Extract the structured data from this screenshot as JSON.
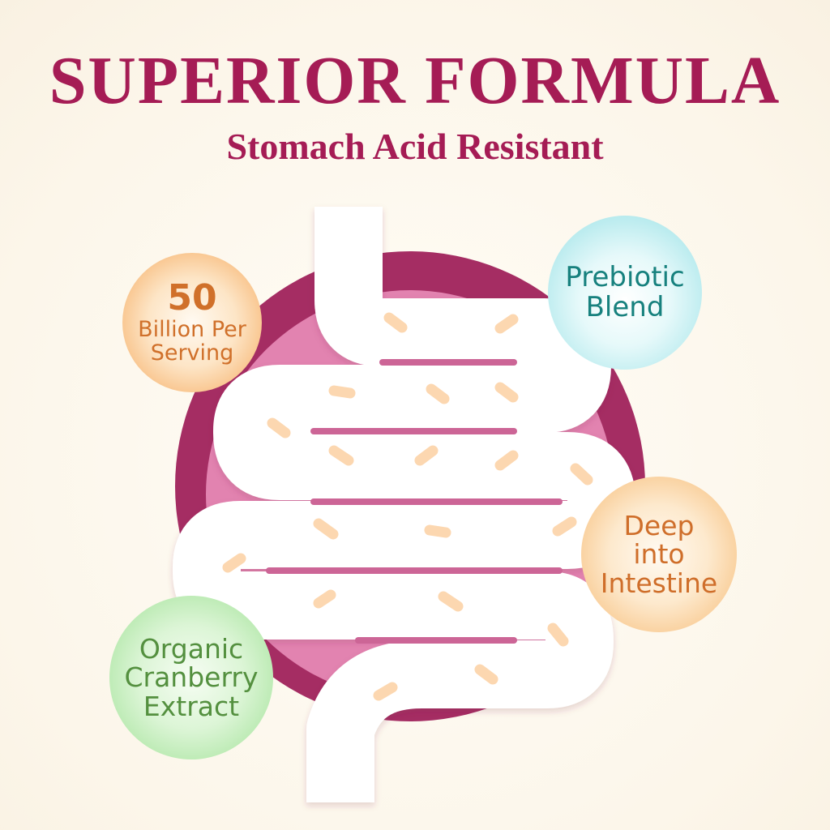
{
  "header": {
    "title": "SUPERIOR FORMULA",
    "subtitle": "Stomach Acid Resistant"
  },
  "features": [
    {
      "id": "potency",
      "lines": [
        "50",
        "Billion Per",
        "Serving"
      ],
      "color": "#d0702a",
      "bubble_color": "#f7b877"
    },
    {
      "id": "prebiotic",
      "lines": [
        "Prebiotic",
        "Blend"
      ],
      "color": "#17817e",
      "bubble_color": "#a9e6ea"
    },
    {
      "id": "delivery",
      "lines": [
        "Deep",
        "into",
        "Intestine"
      ],
      "color": "#cf6e2a",
      "bubble_color": "#f8c68a"
    },
    {
      "id": "cranberry",
      "lines": [
        "Organic",
        "Cranberry",
        "Extract"
      ],
      "color": "#54903f",
      "bubble_color": "#aee6a5"
    }
  ],
  "illustration": {
    "subject": "intestine-icon",
    "colors": {
      "title": "#a51c55",
      "ring_outer": "#a52d63",
      "ring_inner": "#e283b0",
      "intestine": "#ffffff",
      "fold_lines": "#cc6596",
      "bacteria": "#fcd7b0"
    }
  }
}
